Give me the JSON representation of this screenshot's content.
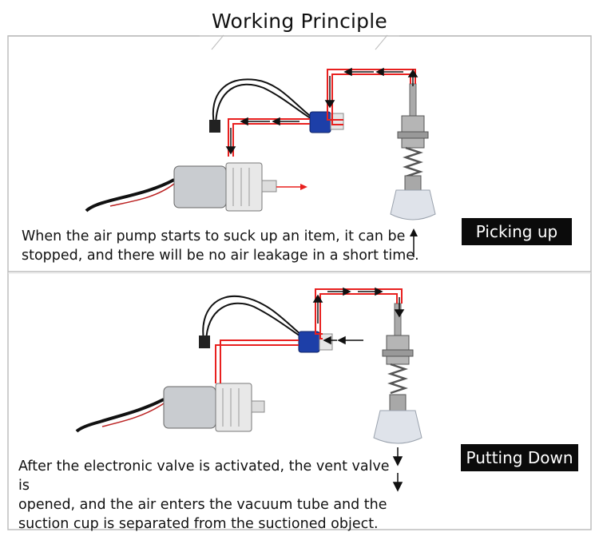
{
  "title": "Working Principle",
  "panels": [
    {
      "label": "Picking up",
      "description_lines": [
        "When the air pump starts to suck up an item, it can be",
        "stopped, and there will be no air leakage in a short time."
      ]
    },
    {
      "label": "Putting Down",
      "description_lines": [
        "After the electronic valve is activated, the vent valve is",
        "opened, and the air enters the vacuum tube and the",
        "suction cup is separated from the suctioned object."
      ]
    }
  ],
  "colors": {
    "tube": "#e8201f",
    "arrow": "#111111",
    "label_bg": "#0b0b0b",
    "frame": "#bdbdbd",
    "valve_blue": "#1d3fa8",
    "pump_body": "#c9ccd0",
    "cup": "#dfe3ea"
  }
}
